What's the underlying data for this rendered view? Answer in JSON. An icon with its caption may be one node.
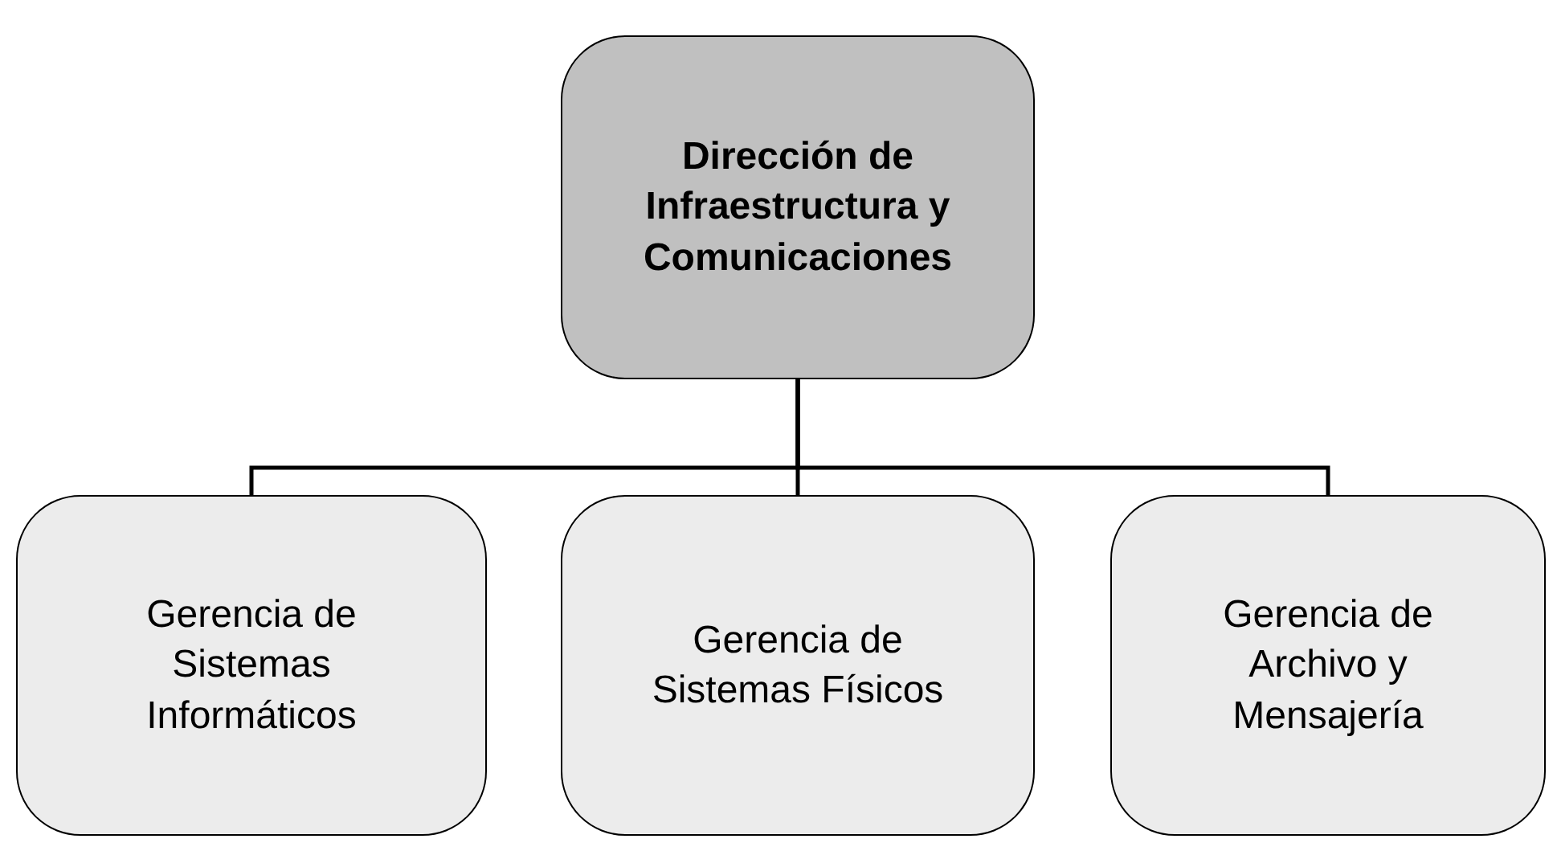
{
  "diagram": {
    "nodes": [
      {
        "text": [
          "Dirección de Infraestructura y Comunicaciones"
        ]
      },
      {
        "text": [
          "Gerencia de Sistemas Informáticos"
        ]
      },
      {
        "text": [
          "Gerencia de Sistemas Físicos"
        ]
      },
      {
        "text": [
          "Gerencia de Archivo y Mensajería"
        ]
      }
    ],
    "edges": [
      {
        "from": 0,
        "to": 1,
        "arrow": "none"
      },
      {
        "from": 0,
        "to": 2,
        "arrow": "none"
      },
      {
        "from": 0,
        "to": 3,
        "arrow": "none"
      }
    ]
  }
}
